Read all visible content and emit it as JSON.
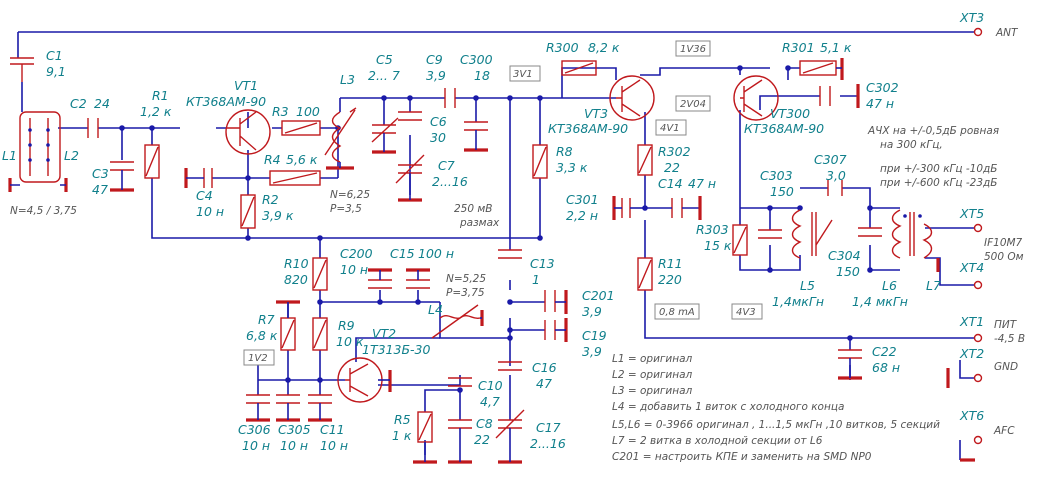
{
  "connectors": {
    "xt3": {
      "ref": "XT3",
      "label": "ANT"
    },
    "xt5": {
      "ref": "XT5",
      "label": "IF10M7"
    },
    "xt5_sub": "500 Ом",
    "xt4": {
      "ref": "XT4"
    },
    "xt1": {
      "ref": "XT1",
      "label": "ПИТ"
    },
    "xt1_sub": "-4,5 В",
    "xt2": {
      "ref": "XT2",
      "label": "GND"
    },
    "xt6": {
      "ref": "XT6",
      "label": "AFC"
    }
  },
  "components": {
    "c1": [
      "C1",
      "9,1"
    ],
    "c2": [
      "C2",
      "24"
    ],
    "c3": [
      "C3",
      "47"
    ],
    "r1": [
      "R1",
      "1,2 к"
    ],
    "vt1": [
      "VT1",
      "КТ368АМ-90"
    ],
    "r3": [
      "R3",
      "100"
    ],
    "r4": [
      "R4",
      "5,6 к"
    ],
    "c4": [
      "C4",
      "10 н"
    ],
    "r2": [
      "R2",
      "3,9 к"
    ],
    "l3": [
      "L3"
    ],
    "l3_params": [
      "N=6,25",
      "P=3,5"
    ],
    "c5": [
      "C5",
      "2... 7"
    ],
    "c9": [
      "C9",
      "3,9"
    ],
    "c6": [
      "C6",
      "30"
    ],
    "c7": [
      "C7",
      "2...16"
    ],
    "c300": [
      "C300",
      "18"
    ],
    "r300": [
      "R300",
      "8,2 к"
    ],
    "r301": [
      "R301",
      "5,1 к"
    ],
    "c302": [
      "C302",
      "47 н"
    ],
    "vt3": [
      "VT3",
      "КТ368АМ-90"
    ],
    "vt300": [
      "VT300",
      "КТ368АМ-90"
    ],
    "r8": [
      "R8",
      "3,3 к"
    ],
    "r302": [
      "R302",
      "22"
    ],
    "c14": [
      "C14",
      "47 н"
    ],
    "c301": [
      "C301",
      "2,2 н"
    ],
    "r11": [
      "R11",
      "220"
    ],
    "r303": [
      "R303",
      "15 к"
    ],
    "c303": [
      "C303",
      "150"
    ],
    "c307": [
      "C307",
      "3,0"
    ],
    "c304": [
      "C304",
      "150"
    ],
    "l5": [
      "L5",
      "1,4мкГн"
    ],
    "l6": [
      "L6",
      "1,4 мкГн"
    ],
    "l7": [
      "L7"
    ],
    "l1": [
      "L1"
    ],
    "l2": [
      "L2"
    ],
    "l12_params": "N=4,5 / 3,75",
    "r10": [
      "R10",
      "820"
    ],
    "c200": [
      "C200",
      "10 н"
    ],
    "c15": [
      "C15",
      "100 н"
    ],
    "r7": [
      "R7",
      "6,8 к"
    ],
    "r9": [
      "R9",
      "10 к"
    ],
    "vt2": [
      "VT2",
      "1Т313Б-30"
    ],
    "l4": [
      "L4"
    ],
    "l4_params": [
      "N=5,25",
      "P=3,75"
    ],
    "c13": [
      "C13",
      "1"
    ],
    "c201": [
      "C201",
      "3,9"
    ],
    "c19": [
      "C19",
      "3,9"
    ],
    "c16": [
      "C16",
      "47"
    ],
    "c10": [
      "C10",
      "4,7"
    ],
    "c8": [
      "C8",
      "22"
    ],
    "c17": [
      "C17",
      "2...16"
    ],
    "r5": [
      "R5",
      "1 к"
    ],
    "c306": [
      "C306",
      "10 н"
    ],
    "c305": [
      "C305",
      "10 н"
    ],
    "c11": [
      "C11",
      "10 н"
    ],
    "c22": [
      "C22",
      "68 н"
    ]
  },
  "tags": {
    "v_3v1": "3V1",
    "v_1v36": "1V36",
    "v_2v04": "2V04",
    "v_4v1": "4V1",
    "v_0_8ma": "0,8 mA",
    "v_4v3": "4V3",
    "v_1v2": "1V2"
  },
  "annotations": {
    "swing": [
      "250 мВ",
      "размах"
    ],
    "response": [
      "АЧХ на +/-0,5дБ ровная",
      "на 300 кГц,"
    ],
    "atten": [
      "при +/-300 кГц -10дБ",
      "при +/-600 кГц -23дБ"
    ],
    "notes": [
      "L1  = оригинал",
      "L2  = оригинал",
      "L3  = оригинал",
      "L4  = добавить 1 виток с холодного конца",
      "L5,L6 = 0-3966 оригинал  , 1...1,5 мкГн ,10 витков, 5 секций",
      "L7 = 2 витка в холодной секции от L6",
      "С201 = настроить КПЕ и заменить на SMD NP0"
    ]
  },
  "colors": {
    "wire": "#1a1aa8",
    "part": "#c0191d",
    "label": "#11808c",
    "note": "#555555"
  }
}
